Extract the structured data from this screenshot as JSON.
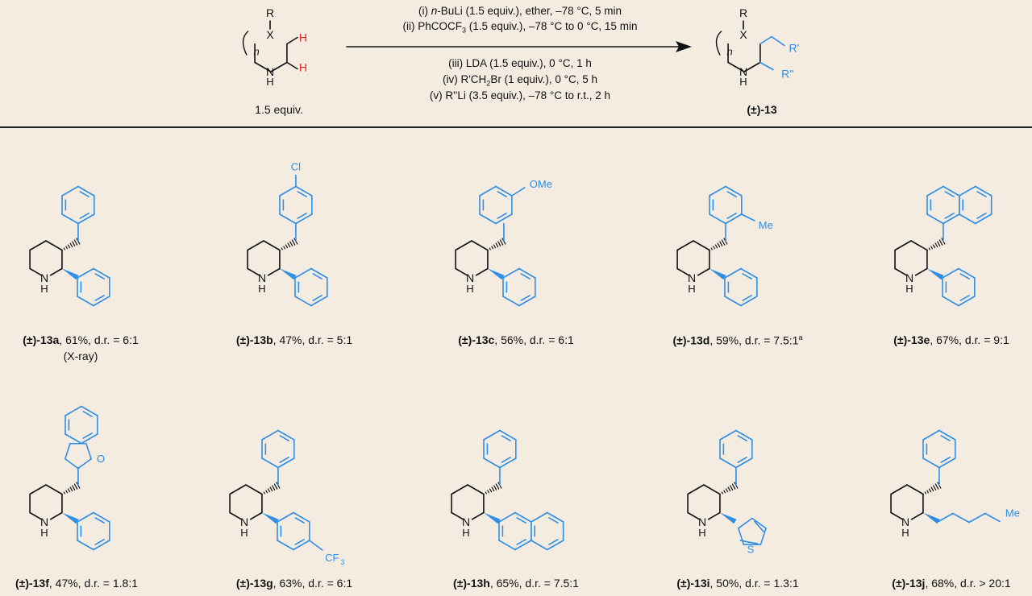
{
  "scheme": {
    "conditions_top": [
      "(i) n-BuLi (1.5 equiv.), ether, –78 °C, 5 min",
      "(ii) PhCOCF3 (1.5 equiv.), –78 °C to 0 °C, 15 min"
    ],
    "conditions_bottom": [
      "(iii) LDA (1.5 equiv.), 0 °C, 1 h",
      "(iv) R'CH2Br (1 equiv.), 0 °C, 5 h",
      "(v) R''Li (3.5 equiv.), –78 °C to r.t., 2 h"
    ],
    "reactant_label": "1.5 equiv.",
    "product_label": "(±)-13",
    "atoms": {
      "R": "R",
      "X": "X",
      "N": "N",
      "H": "H",
      "n": "n",
      "Rp": "R'",
      "Rpp": "R''"
    }
  },
  "products": [
    {
      "id": "(±)-13a",
      "yield": "61%",
      "dr": "d.r. = 6:1",
      "note": "(X-ray)"
    },
    {
      "id": "(±)-13b",
      "yield": "47%",
      "dr": "d.r. = 5:1",
      "subst": "Cl"
    },
    {
      "id": "(±)-13c",
      "yield": "56%",
      "dr": "d.r. = 6:1",
      "subst": "OMe"
    },
    {
      "id": "(±)-13d",
      "yield": "59%",
      "dr": "d.r. = 7.5:1",
      "sup": "a",
      "subst": "Me"
    },
    {
      "id": "(±)-13e",
      "yield": "67%",
      "dr": "d.r. = 9:1"
    },
    {
      "id": "(±)-13f",
      "yield": "47%",
      "dr": "d.r. = 1.8:1",
      "subst": "O"
    },
    {
      "id": "(±)-13g",
      "yield": "63%",
      "dr": "d.r. = 6:1",
      "subst": "CF3"
    },
    {
      "id": "(±)-13h",
      "yield": "65%",
      "dr": "d.r. = 7.5:1"
    },
    {
      "id": "(±)-13i",
      "yield": "50%",
      "dr": "d.r. = 1.3:1",
      "subst": "S"
    },
    {
      "id": "(±)-13j",
      "yield": "68%",
      "dr": "d.r. > 20:1",
      "subst": "Me"
    }
  ],
  "colors": {
    "background": "#f4ece1",
    "blue": "#2f8ee5",
    "red": "#e5261f",
    "black": "#111111"
  }
}
